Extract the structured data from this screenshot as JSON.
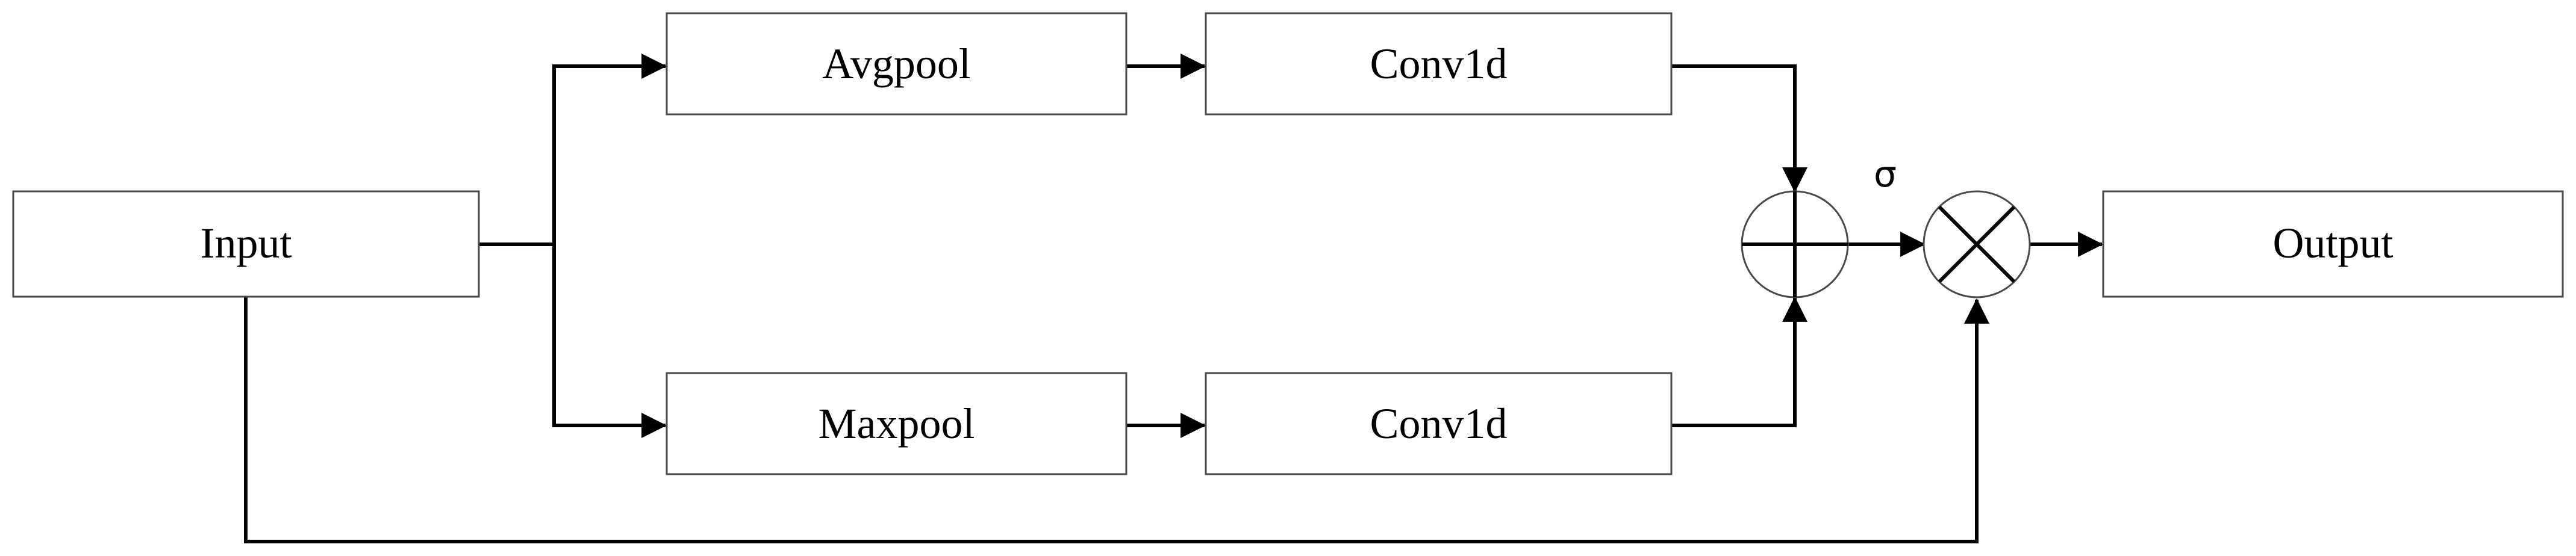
{
  "nodes": {
    "input": "Input",
    "avgpool": "Avgpool",
    "maxpool": "Maxpool",
    "conv_top": "Conv1d",
    "conv_bottom": "Conv1d",
    "output": "Output"
  },
  "operators": {
    "sum": "add",
    "multiply": "multiply"
  },
  "sigma_label": "σ"
}
